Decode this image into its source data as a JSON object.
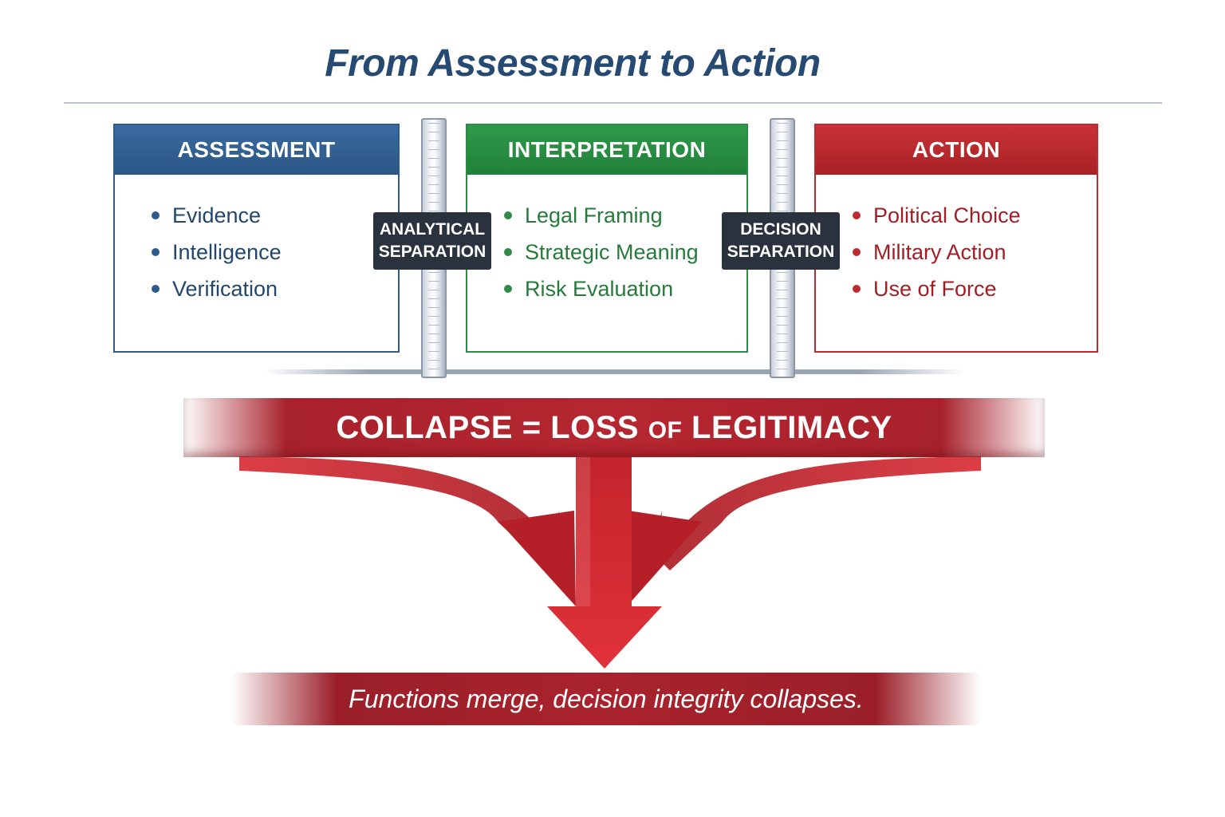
{
  "title": "From Assessment to Action",
  "boxes": [
    {
      "heading": "ASSESSMENT",
      "items": [
        "Evidence",
        "Intelligence",
        "Verification"
      ],
      "color": "#2c5b8c"
    },
    {
      "heading": "INTERPRETATION",
      "items": [
        "Legal Framing",
        "Strategic Meaning",
        "Risk Evaluation"
      ],
      "color": "#2e8b45"
    },
    {
      "heading": "ACTION",
      "items": [
        "Political Choice",
        "Military Action",
        "Use of Force"
      ],
      "color": "#bf2a2e"
    }
  ],
  "separators": [
    {
      "line1": "ANALYTICAL",
      "line2": "SEPARATION"
    },
    {
      "line1": "DECISION",
      "line2": "SEPARATION"
    }
  ],
  "banner": {
    "part1": "COLLAPSE = LOSS ",
    "part2": "OF",
    "part3": " LEGITIMACY",
    "color": "#b52630"
  },
  "footer": "Functions merge, decision integrity collapses."
}
